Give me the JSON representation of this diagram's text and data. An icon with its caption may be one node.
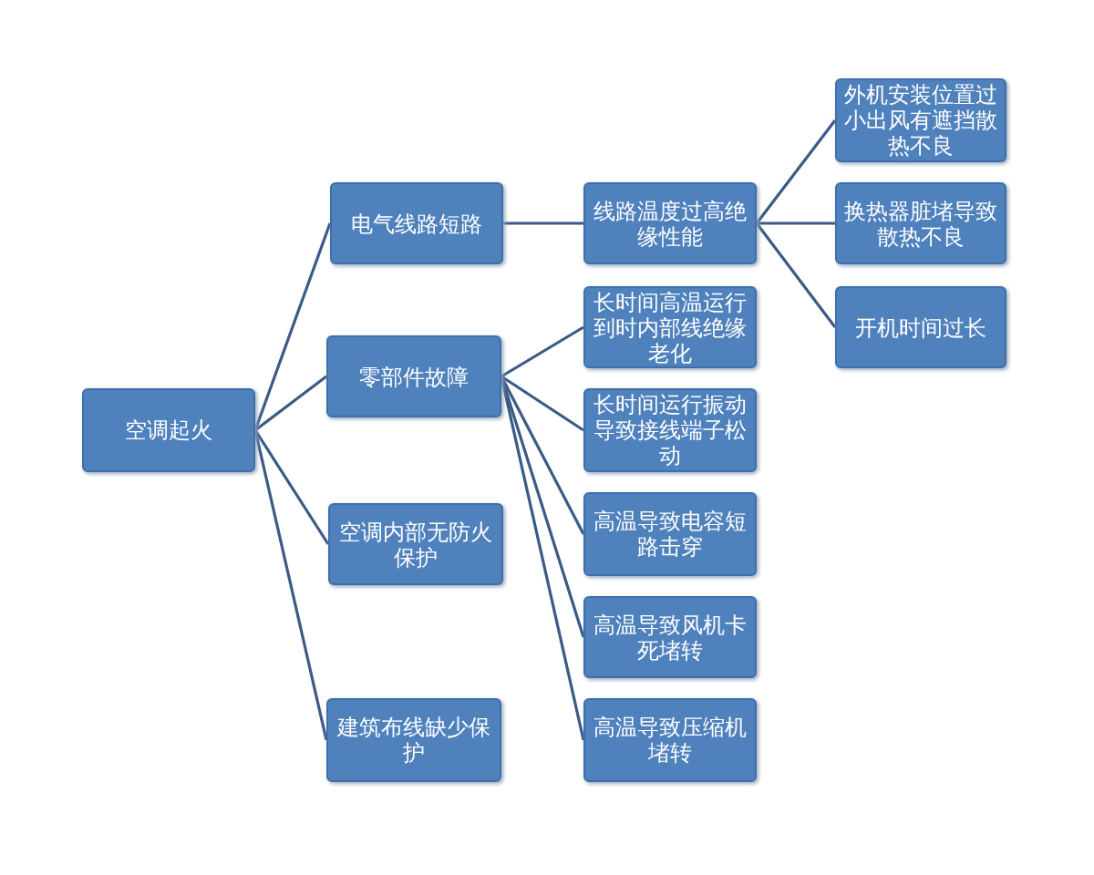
{
  "diagram": {
    "nodes": [
      {
        "text": [
          "空调起火"
        ]
      },
      {
        "text": [
          "电气线路短路"
        ]
      },
      {
        "text": [
          "零部件故障"
        ]
      },
      {
        "text": [
          "空调内部无防火保护"
        ]
      },
      {
        "text": [
          "建筑布线缺少保护"
        ]
      },
      {
        "text": [
          "线路温度过高绝缘性能"
        ]
      },
      {
        "text": [
          "外机安装位置过小出风有遮挡散热不良"
        ]
      },
      {
        "text": [
          "换热器脏堵导致散热不良"
        ]
      },
      {
        "text": [
          "开机时间过长"
        ]
      },
      {
        "text": [
          "长时间高温运行到时内部线绝缘老化"
        ]
      },
      {
        "text": [
          "长时间运行振动导致接线端子松动"
        ]
      },
      {
        "text": [
          "高温导致电容短路击穿"
        ]
      },
      {
        "text": [
          "高温导致风机卡死堵转"
        ]
      },
      {
        "text": [
          "高温导致压缩机堵转"
        ]
      }
    ],
    "edges": [
      {
        "from": 0,
        "to": 1,
        "arrow": "none"
      },
      {
        "from": 0,
        "to": 2,
        "arrow": "none"
      },
      {
        "from": 0,
        "to": 3,
        "arrow": "none"
      },
      {
        "from": 0,
        "to": 4,
        "arrow": "none"
      },
      {
        "from": 1,
        "to": 5,
        "arrow": "none"
      },
      {
        "from": 5,
        "to": 6,
        "arrow": "none"
      },
      {
        "from": 5,
        "to": 7,
        "arrow": "none"
      },
      {
        "from": 5,
        "to": 8,
        "arrow": "none"
      },
      {
        "from": 2,
        "to": 9,
        "arrow": "none"
      },
      {
        "from": 2,
        "to": 10,
        "arrow": "none"
      },
      {
        "from": 2,
        "to": 11,
        "arrow": "none"
      },
      {
        "from": 2,
        "to": 12,
        "arrow": "none"
      },
      {
        "from": 2,
        "to": 13,
        "arrow": "none"
      }
    ]
  }
}
